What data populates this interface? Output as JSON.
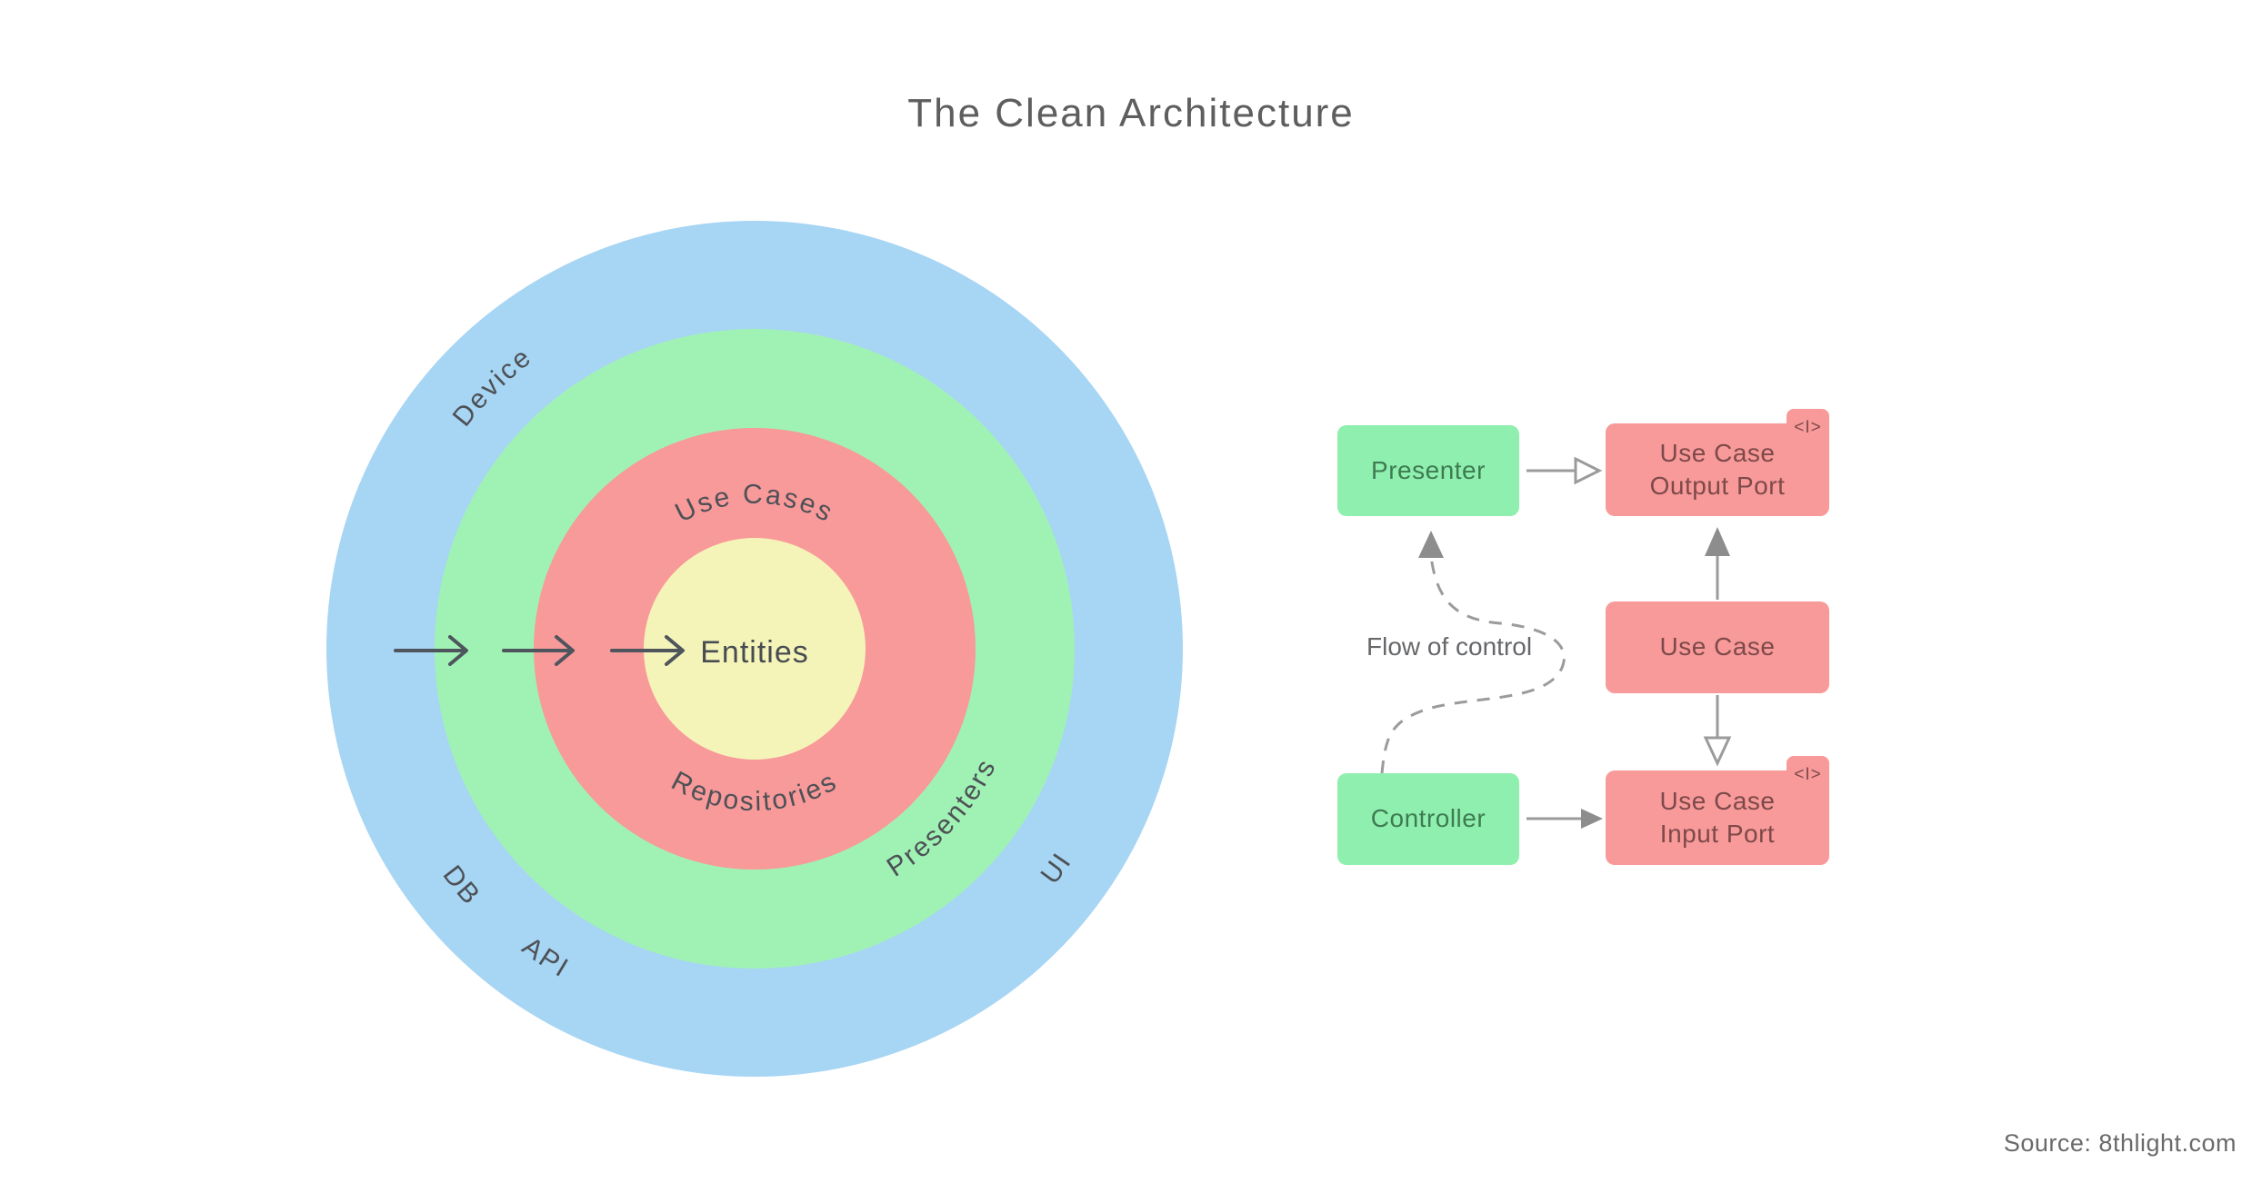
{
  "title": "The Clean Architecture",
  "source_credit": "Source: 8thlight.com",
  "rings": {
    "device": "Device",
    "db": "DB",
    "api": "API",
    "ui": "UI",
    "presenters": "Presenters",
    "use_cases": "Use Cases",
    "repositories": "Repositories",
    "entities": "Entities"
  },
  "flow": {
    "presenter": "Presenter",
    "controller": "Controller",
    "use_case": "Use Case",
    "output_port": {
      "line1": "Use Case",
      "line2": "Output Port"
    },
    "input_port": {
      "line1": "Use Case",
      "line2": "Input Port"
    },
    "interface_tag": "<I>",
    "flow_of_control": "Flow of control"
  },
  "colors": {
    "ring_blue": "#A7D5F4",
    "ring_green": "#A0F2B4",
    "ring_red": "#F8999A",
    "ring_yellow": "#F5F4B8",
    "box_green": "#8FEFAF",
    "box_red": "#F8999A",
    "box_green_text": "#3E7B52",
    "box_red_text": "#7D4A49",
    "ring_label_text": "#4D5156",
    "title_text": "#5E5E5E",
    "left_arrow": "#4E555C",
    "right_arrow": "#9B9B9B",
    "arrowhead_solid": "#8D8D8D"
  }
}
